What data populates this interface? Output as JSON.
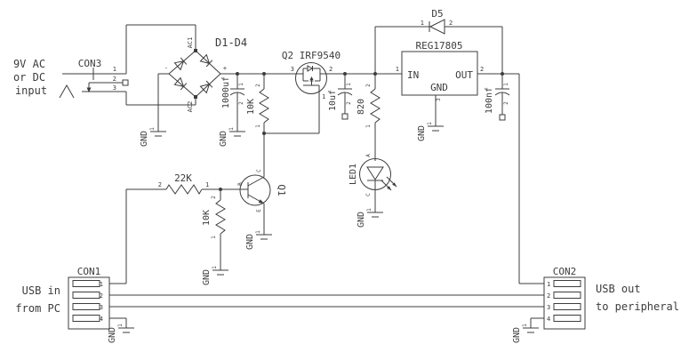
{
  "colors": {
    "background": "#ffffff",
    "line": "#3c3c3c"
  },
  "power_input": {
    "lines": [
      "9V AC",
      "or DC",
      "input"
    ]
  },
  "con3": {
    "label": "CON3",
    "pin1": "1",
    "pin2": "2",
    "pin3": "3"
  },
  "bridge": {
    "label": "D1-D4",
    "ac1": "AC1",
    "ac2": "AC2",
    "plus": "+",
    "minus": "-"
  },
  "c1": {
    "value": "1000uf",
    "pin1": "1",
    "pin2": "2"
  },
  "r1": {
    "value": "10K",
    "pin1": "1",
    "pin2": "2"
  },
  "q2": {
    "label": "Q2 IRF9540",
    "pin1": "1",
    "pin2": "2",
    "pin3": "3"
  },
  "c2": {
    "value": "10uf",
    "pin1": "1",
    "pin2": "2"
  },
  "r2": {
    "value": "820",
    "pin1": "1",
    "pin2": "2"
  },
  "led1": {
    "label": "LED1",
    "pin_a": "A",
    "pin_c": "C"
  },
  "d5": {
    "label": "D5",
    "pin1": "1",
    "pin2": "2"
  },
  "reg": {
    "label": "REG17805",
    "pin_in": "IN",
    "pin_out": "OUT",
    "pin_gnd": "GND",
    "num1": "1",
    "num2": "2",
    "num3": "3"
  },
  "c3": {
    "value": "100nf",
    "pin1": "1",
    "pin2": "2"
  },
  "r3": {
    "value": "22K",
    "pin1": "1",
    "pin2": "2"
  },
  "r4": {
    "value": "10K",
    "pin1": "1",
    "pin2": "2"
  },
  "q1": {
    "label": "Q1",
    "pin_b": "B",
    "pin_c": "C",
    "pin_e": "E"
  },
  "con1": {
    "label": "CON1",
    "caption": [
      "USB in",
      "from PC"
    ],
    "pins": [
      "1",
      "2",
      "3",
      "4"
    ]
  },
  "con2": {
    "label": "CON2",
    "caption": [
      "USB out",
      "to peripheral"
    ],
    "pins": [
      "1",
      "2",
      "3",
      "4"
    ]
  },
  "gnd": {
    "label": "GND",
    "pin": "1"
  }
}
